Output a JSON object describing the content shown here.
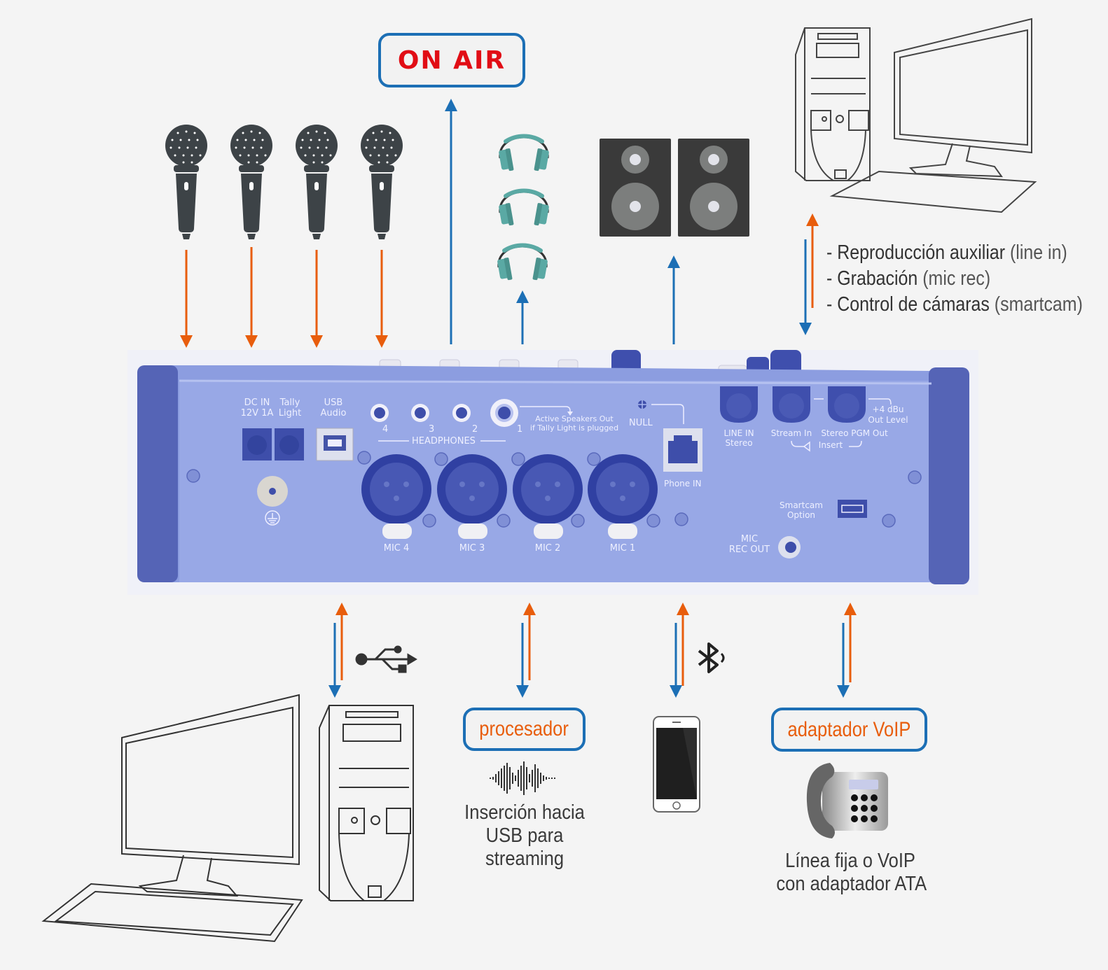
{
  "colors": {
    "background": "#f4f4f4",
    "arrow_orange": "#e85d0c",
    "arrow_blue": "#1c6fb5",
    "panel_blue": "#8fa0e0",
    "panel_dark": "#5566bb",
    "onair_red": "#e10d15",
    "icon_dark": "#3d4347",
    "headphone_teal": "#5aa9a4"
  },
  "top": {
    "onair_label": "ON AIR",
    "bullets": [
      {
        "bold": "- Reproducción auxiliar",
        "light": " (line in)"
      },
      {
        "bold": "- Grabación",
        "light": " (mic rec)"
      },
      {
        "bold": "- Control de cámaras",
        "light": " (smartcam)"
      }
    ],
    "icons": [
      "microphone-icon",
      "microphone-icon",
      "microphone-icon",
      "microphone-icon",
      "headphones-icon",
      "headphones-icon",
      "headphones-icon",
      "speaker-icon",
      "speaker-icon",
      "desktop-computer-icon"
    ]
  },
  "panel": {
    "dc_in": "DC IN",
    "dc_in_spec": "12V 1A",
    "tally": "Tally",
    "tally2": "Light",
    "usb": "USB",
    "usb2": "Audio",
    "headphones_label": "HEADPHONES",
    "hp_numbers": [
      "4",
      "3",
      "2",
      "1"
    ],
    "active_speakers_1": "Active Speakers Out",
    "active_speakers_2": "if Tally Light is plugged",
    "null_label": "NULL",
    "phone_in": "Phone IN",
    "line_in": "LINE IN",
    "line_in2": "Stereo",
    "stream_in": "Stream In",
    "stereo_pgm": "Stereo PGM Out",
    "insert": "Insert",
    "out_level1": "+4 dBu",
    "out_level2": "Out Level",
    "smartcam1": "Smartcam",
    "smartcam2": "Option",
    "mic_rec1": "MIC",
    "mic_rec2": "REC OUT",
    "mics": [
      "MIC 4",
      "MIC 3",
      "MIC 2",
      "MIC 1"
    ]
  },
  "bottom": {
    "processor_label": "procesador",
    "processor_caption": [
      "Inserción hacia",
      "USB para",
      "streaming"
    ],
    "voip_label": "adaptador VoIP",
    "voip_caption": [
      "Línea fija o VoIP",
      "con adaptador ATA"
    ],
    "icons": [
      "desktop-computer-icon",
      "usb-icon",
      "waveform-icon",
      "bluetooth-icon",
      "smartphone-icon",
      "desk-phone-icon"
    ]
  }
}
